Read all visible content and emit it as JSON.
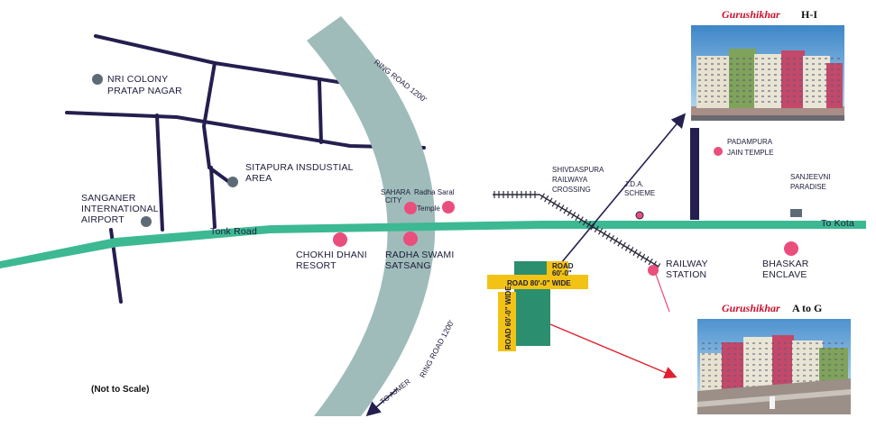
{
  "roads": {
    "tonk_road": "Tonk Road",
    "to_kota": "To Kota",
    "ring_road_top": "RING ROAD 1200'",
    "ring_road_bottom": "RING ROAD 1200'",
    "to_ajmer": "TO AJMER",
    "road_80": "ROAD 80'-0\" WIDE",
    "road_60_line1": "ROAD",
    "road_60_line2": "60'-0\"",
    "road_60_wide": "ROAD 60'-0\" WIDE"
  },
  "places": {
    "nri_colony_1": "NRI COLONY",
    "nri_colony_2": "PRATAP NAGAR",
    "sitapura_1": "SITAPURA INSDUSTIAL",
    "sitapura_2": "AREA",
    "sanganer_1": "SANGANER",
    "sanganer_2": "INTERNATIONAL",
    "sanganer_3": "AIRPORT",
    "sahara_1": "SAHARA",
    "sahara_2": "CITY",
    "radha_saral_1": "Radha Saral",
    "radha_saral_2": "Temple",
    "chokhi_1": "CHOKHI DHANI",
    "chokhi_2": "RESORT",
    "radha_swami_1": "RADHA SWAMI",
    "radha_swami_2": "SATSANG",
    "shivdaspura_1": "SHIVDASPURA",
    "shivdaspura_2": "RAILWAYA",
    "shivdaspura_3": "CROSSING",
    "jda_1": "J.D.A.",
    "jda_2": "SCHEME",
    "railway_1": "RAILWAY",
    "railway_2": "STATION",
    "padampura_1": "PADAMPURA",
    "padampura_2": "JAIN TEMPLE",
    "sanjeevni_1": "SANJEEVNI",
    "sanjeevni_2": "PARADISE",
    "bhaskar_1": "BHASKAR",
    "bhaskar_2": "ENCLAVE"
  },
  "projects": {
    "top_brand": "Gurushikhar",
    "top_suffix": "H-I",
    "bottom_brand": "Gurushikhar",
    "bottom_suffix": "A to G"
  },
  "note": "(Not to Scale)",
  "colors": {
    "road_green": "#3cb992",
    "ring_road": "#9fbcba",
    "local_road": "#241f4f",
    "pink_marker": "#ea4e7c",
    "grey_marker": "#5d6b76",
    "yellow_road": "#f2c314",
    "site_block": "#2b8f6f",
    "brand_red": "#c8102e"
  },
  "icons": [
    "pink-location-marker",
    "grey-location-marker",
    "railway-track",
    "direction-arrow"
  ]
}
